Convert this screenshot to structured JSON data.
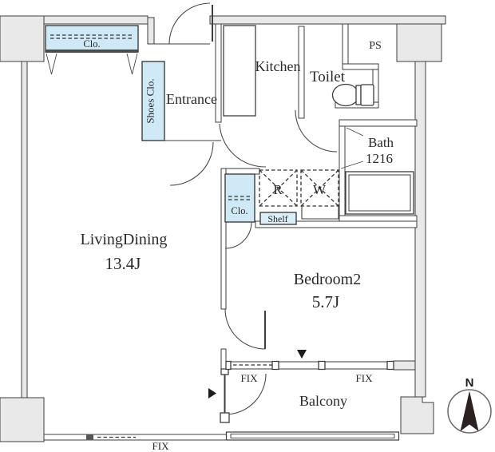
{
  "plan_title": "apartment-floor-plan",
  "rooms": {
    "living": {
      "label": "LivingDining",
      "size": "13.4J"
    },
    "bedroom": {
      "label": "Bedroom2",
      "size": "5.7J"
    },
    "entrance": {
      "label": "Entrance"
    },
    "kitchen": {
      "label": "Kitchen"
    },
    "toilet": {
      "label": "Toilet"
    },
    "bath": {
      "label": "Bath",
      "size": "1216"
    },
    "balcony": {
      "label": "Balcony"
    },
    "ps": {
      "label": "PS"
    }
  },
  "storage": {
    "closet_top": {
      "label": "Clo."
    },
    "shoes_closet": {
      "label": "Shoes Clo."
    },
    "closet_mid": {
      "label": "Clo."
    },
    "shelf": {
      "label": "Shelf"
    }
  },
  "appliances": {
    "refrigerator": {
      "label": "R"
    },
    "washer": {
      "label": "W"
    }
  },
  "windows": {
    "fix_bedroom_left": "FIX",
    "fix_bedroom_right": "FIX",
    "fix_living_bottom": "FIX"
  },
  "compass": {
    "north_label": "N"
  },
  "colors": {
    "wall_fill": "#e9e9e9",
    "closet_fill": "#cfe9f6",
    "shelf_fill": "#daeef8",
    "marker": "#1d1d1d",
    "needle": "#2b2121"
  }
}
